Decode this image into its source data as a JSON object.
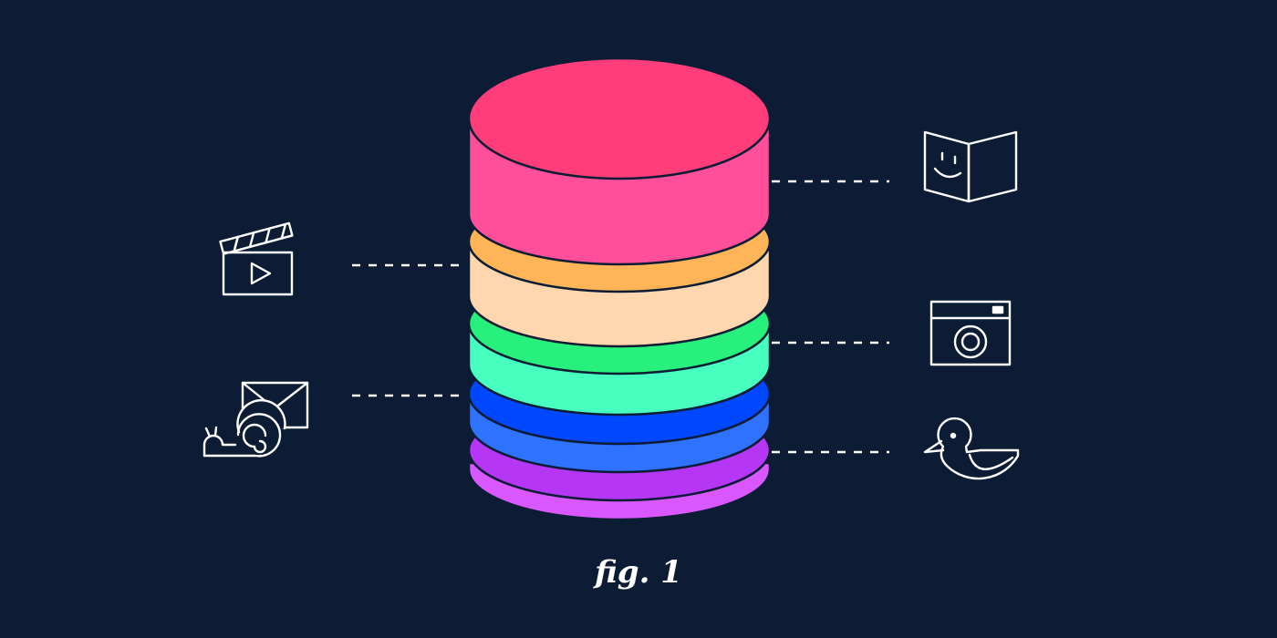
{
  "caption": "fig. 1",
  "colors": {
    "background": "#0c1c34",
    "outline": "#0c1c34",
    "icon_stroke": "#ffffff"
  },
  "database_layers": [
    {
      "name": "top-disk",
      "top": "#ff3d7a",
      "side": "#ff4f9a"
    },
    {
      "name": "orange-peach-disk",
      "top": "#ffb557",
      "side": "#ffd6ae"
    },
    {
      "name": "green-disk",
      "top": "#27f07c",
      "side": "#47ffbf"
    },
    {
      "name": "blue-disk",
      "top": "#0048ff",
      "side": "#2f72ff"
    },
    {
      "name": "purple-disk",
      "top": "#b536f5",
      "side": "#d957ff"
    }
  ],
  "icons": {
    "left": [
      "clapperboard-icon",
      "snail-mail-icon"
    ],
    "right": [
      "smiley-book-icon",
      "camera-icon",
      "bird-icon"
    ]
  }
}
